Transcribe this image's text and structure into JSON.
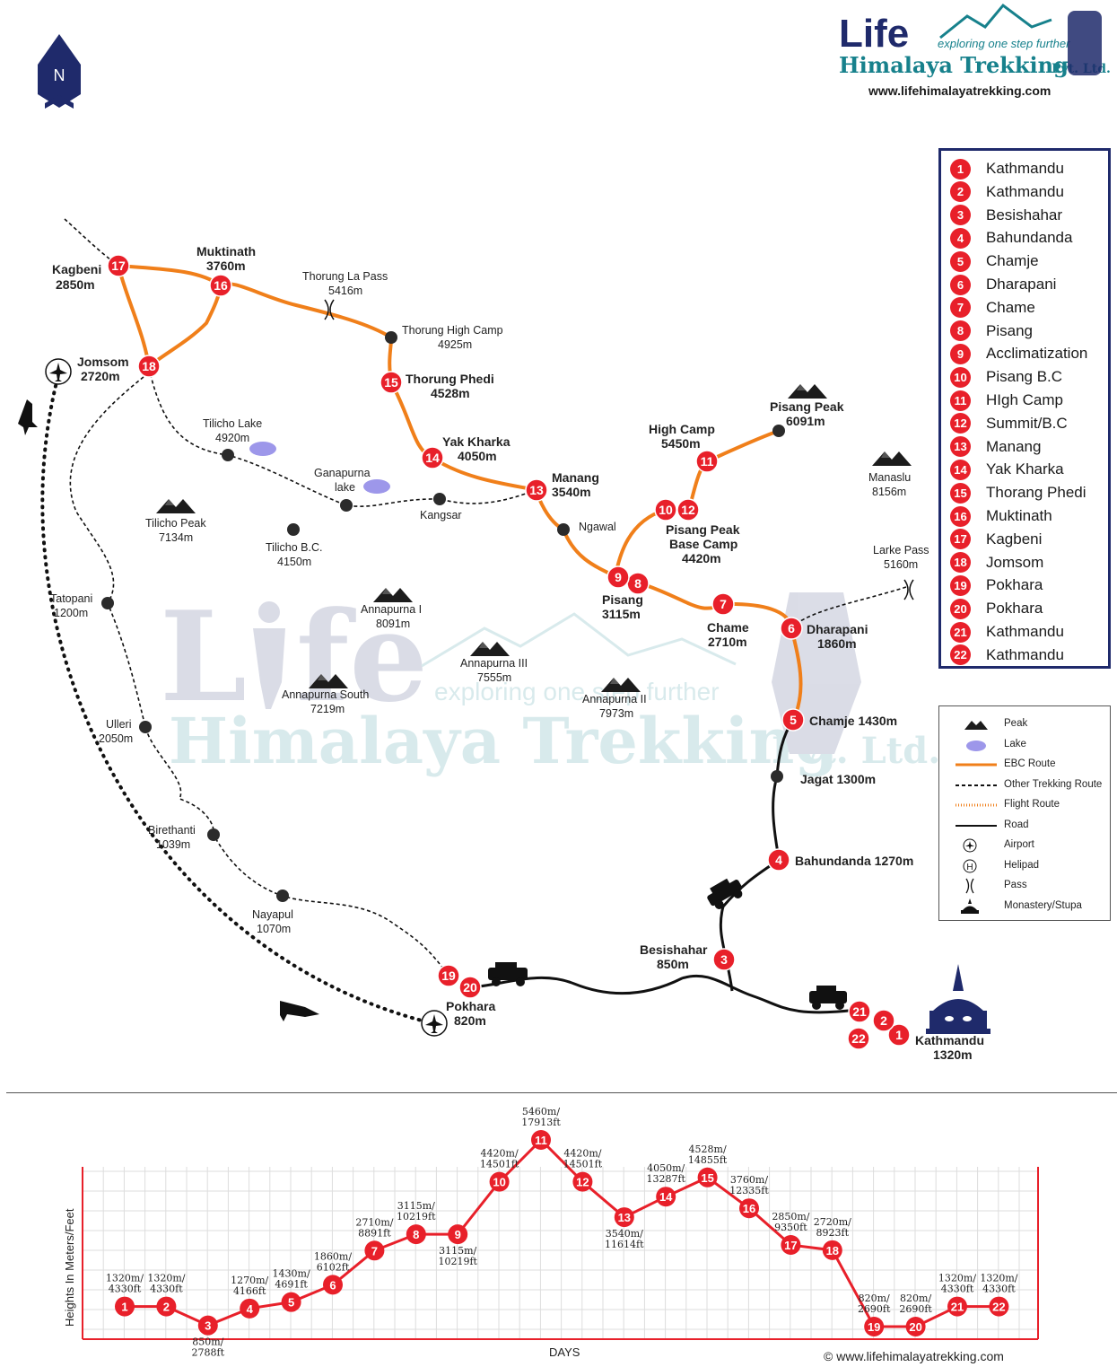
{
  "brand": {
    "logo_top": "Life",
    "tagline": "exploring one step further",
    "company": "Himalaya Trekking",
    "suffix": "Pvt. Ltd.",
    "website": "www.lifehimalayatrekking.com"
  },
  "north_label": "N",
  "colors": {
    "route": "#f07f1a",
    "badge": "#e8202a",
    "legend_border": "#1f2a6b",
    "lake": "#9d97ea",
    "profile": "#e8202a"
  },
  "route_stops": [
    {
      "day": "1",
      "label": "Kathmandu"
    },
    {
      "day": "2",
      "label": "Kathmandu"
    },
    {
      "day": "3",
      "label": "Besishahar"
    },
    {
      "day": "4",
      "label": "Bahundanda"
    },
    {
      "day": "5",
      "label": "Chamje"
    },
    {
      "day": "6",
      "label": "Dharapani"
    },
    {
      "day": "7",
      "label": "Chame"
    },
    {
      "day": "8",
      "label": "Pisang"
    },
    {
      "day": "9",
      "label": "Acclimatization"
    },
    {
      "day": "10",
      "label": "Pisang B.C"
    },
    {
      "day": "11",
      "label": "HIgh Camp"
    },
    {
      "day": "12",
      "label": "Summit/B.C"
    },
    {
      "day": "13",
      "label": "Manang"
    },
    {
      "day": "14",
      "label": "Yak Kharka"
    },
    {
      "day": "15",
      "label": "Thorang Phedi"
    },
    {
      "day": "16",
      "label": "Muktinath"
    },
    {
      "day": "17",
      "label": "Kagbeni"
    },
    {
      "day": "18",
      "label": "Jomsom"
    },
    {
      "day": "19",
      "label": "Pokhara"
    },
    {
      "day": "20",
      "label": "Pokhara"
    },
    {
      "day": "21",
      "label": "Kathmandu"
    },
    {
      "day": "22",
      "label": "Kathmandu"
    }
  ],
  "legend": [
    {
      "icon": "peak-icon",
      "label": "Peak"
    },
    {
      "icon": "lake-icon",
      "label": "Lake"
    },
    {
      "icon": "route-line",
      "label": "EBC Route"
    },
    {
      "icon": "dashed-line",
      "label": "Other Trekking Route"
    },
    {
      "icon": "flight-line",
      "label": "Flight Route"
    },
    {
      "icon": "road-line",
      "label": "Road"
    },
    {
      "icon": "airport-icon",
      "label": "Airport"
    },
    {
      "icon": "helipad-icon",
      "label": "Helipad"
    },
    {
      "icon": "pass-icon",
      "label": "Pass"
    },
    {
      "icon": "stupa-icon",
      "label": "Monastery/Stupa"
    }
  ],
  "map_labels": {
    "kagbeni": [
      "Kagbeni",
      "2850m"
    ],
    "muktinath": [
      "Muktinath",
      "3760m"
    ],
    "thorung_la": [
      "Thorung La Pass",
      "5416m"
    ],
    "thorung_high_camp": [
      "Thorung High Camp",
      "4925m"
    ],
    "jomsom": [
      "Jomsom",
      "2720m"
    ],
    "thorung_phedi": [
      "Thorung Phedi",
      "4528m"
    ],
    "tilicho_lake": [
      "Tilicho Lake",
      "4920m"
    ],
    "ganapurna_lake": [
      "Ganapurna",
      "lake"
    ],
    "kangsar": "Kangsar",
    "yak_kharka": [
      "Yak Kharka",
      "4050m"
    ],
    "manang": [
      "Manang",
      "3540m"
    ],
    "high_camp": [
      "High Camp",
      "5450m"
    ],
    "pisang_peak": [
      "Pisang Peak",
      "6091m"
    ],
    "manaslu": [
      "Manaslu",
      "8156m"
    ],
    "tilicho_peak": [
      "Tilicho Peak",
      "7134m"
    ],
    "tilicho_bc": [
      "Tilicho B.C.",
      "4150m"
    ],
    "ngawal": "Ngawal",
    "pisang_peak_bc": [
      "Pisang Peak",
      "Base Camp",
      "4420m"
    ],
    "larke_pass": [
      "Larke Pass",
      "5160m"
    ],
    "tatopani": [
      "Tatopani",
      "1200m"
    ],
    "annapurna_1": [
      "Annapurna I",
      "8091m"
    ],
    "pisang": [
      "Pisang",
      "3115m"
    ],
    "chame": [
      "Chame",
      "2710m"
    ],
    "dharapani": [
      "Dharapani",
      "1860m"
    ],
    "annapurna_3": [
      "Annapurna III",
      "7555m"
    ],
    "annapurna_south": [
      "Annapurna South",
      "7219m"
    ],
    "annapurna_2": [
      "Annapurna II",
      "7973m"
    ],
    "chamje": "Chamje 1430m",
    "ulleri": [
      "Ulleri",
      "2050m"
    ],
    "jagat": "Jagat 1300m",
    "birethanti": [
      "Birethanti",
      "1039m"
    ],
    "bahundanda": "Bahundanda 1270m",
    "nayapul": [
      "Nayapul",
      "1070m"
    ],
    "besishahar": [
      "Besishahar",
      "850m"
    ],
    "pokhara": [
      "Pokhara",
      "820m"
    ],
    "kathmandu": [
      "Kathmandu",
      "1320m"
    ]
  },
  "profile": {
    "ylabel": "Heights In Meters/Feet",
    "xlabel": "DAYS",
    "copyright": "© www.lifehimalayatrekking.com"
  },
  "chart_data": {
    "type": "line",
    "title": "",
    "xlabel": "DAYS",
    "ylabel": "Heights In Meters/Feet",
    "categories": [
      "1",
      "2",
      "3",
      "4",
      "5",
      "6",
      "7",
      "8",
      "9",
      "10",
      "11",
      "12",
      "13",
      "14",
      "15",
      "16",
      "17",
      "18",
      "19",
      "20",
      "21",
      "22"
    ],
    "values": [
      1320,
      1320,
      850,
      1270,
      1430,
      1860,
      2710,
      3115,
      3115,
      4420,
      5460,
      4420,
      3540,
      4050,
      4528,
      3760,
      2850,
      2720,
      820,
      820,
      1320,
      1320
    ],
    "labels": [
      [
        "1320m/",
        "4330ft"
      ],
      [
        "1320m/",
        "4330ft"
      ],
      [
        "850m/",
        "2788ft"
      ],
      [
        "1270m/",
        "4166ft"
      ],
      [
        "1430m/",
        "4691ft"
      ],
      [
        "1860m/",
        "6102ft"
      ],
      [
        "2710m/",
        "8891ft"
      ],
      [
        "3115m/",
        "10219ft"
      ],
      [
        "3115m/",
        "10219ft"
      ],
      [
        "4420m/",
        "14501ft"
      ],
      [
        "5460m/",
        "17913ft"
      ],
      [
        "4420m/",
        "14501ft"
      ],
      [
        "3540m/",
        "11614ft"
      ],
      [
        "4050m/",
        "13287ft"
      ],
      [
        "4528m/",
        "14855ft"
      ],
      [
        "3760m/",
        "12335ft"
      ],
      [
        "2850m/",
        "9350ft"
      ],
      [
        "2720m/",
        "8923ft"
      ],
      [
        "820m/",
        "2690ft"
      ],
      [
        "820m/",
        "2690ft"
      ],
      [
        "1320m/",
        "4330ft"
      ],
      [
        "1320m/",
        "4330ft"
      ]
    ],
    "grid": true
  }
}
